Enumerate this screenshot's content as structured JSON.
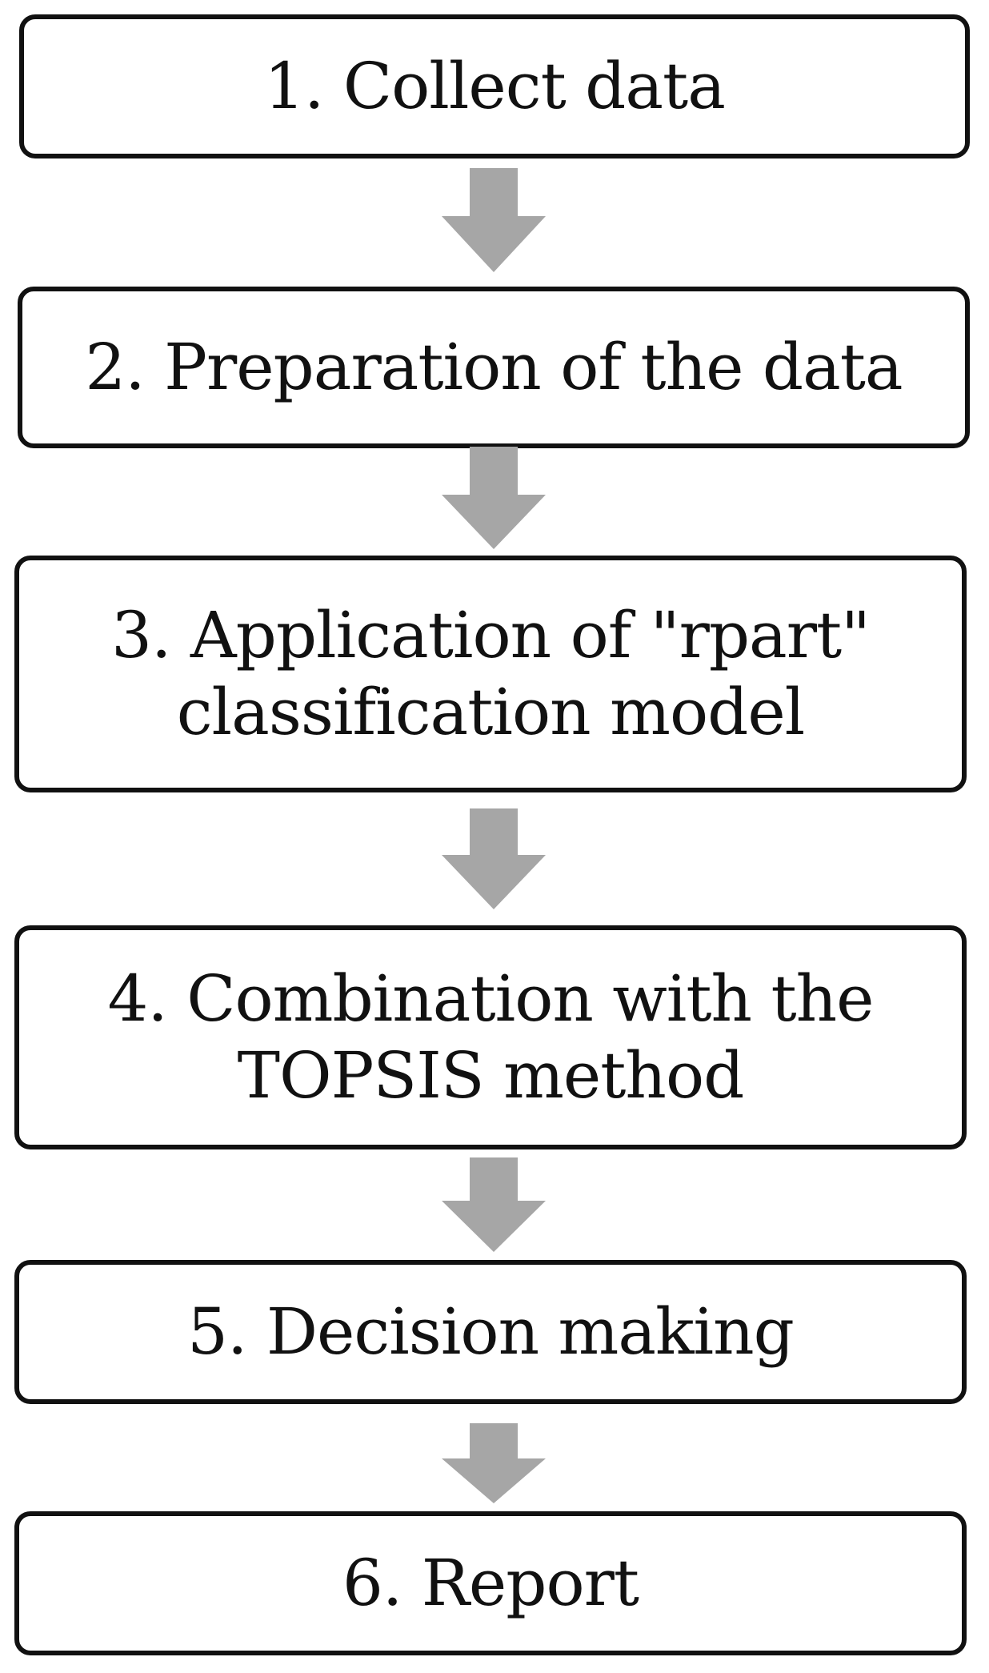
{
  "flowchart": {
    "steps": [
      {
        "label": "1. Collect data"
      },
      {
        "label": "2. Preparation of the data"
      },
      {
        "label": "3. Application of \"rpart\"\nclassification model"
      },
      {
        "label": "4. Combination with the\nTOPSIS method"
      },
      {
        "label": "5. Decision making"
      },
      {
        "label": "6. Report"
      }
    ],
    "arrow_color": "#a6a6a6",
    "box_border_color": "#111111"
  }
}
